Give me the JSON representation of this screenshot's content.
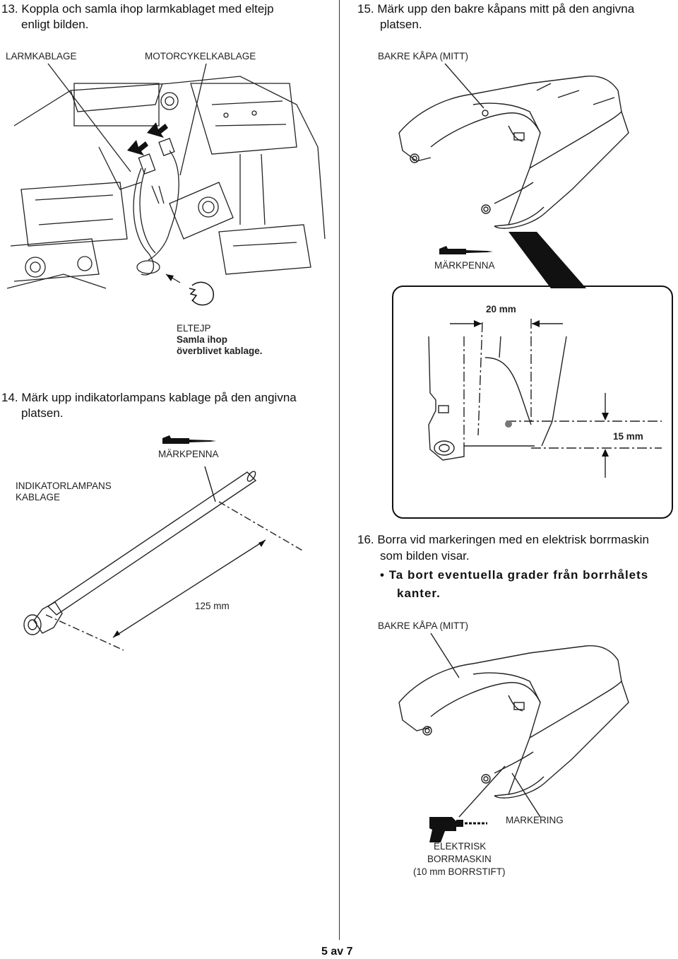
{
  "left": {
    "step13": {
      "number": "13.",
      "line1": "Koppla och samla ihop larmkablaget med eltejp",
      "line2": "enligt bilden."
    },
    "fig1": {
      "label_alarm": "LARMKABLAGE",
      "label_moto": "MOTORCYKELKABLAGE",
      "label_tape": "ELTEJP",
      "label_tape_note1": "Samla ihop",
      "label_tape_note2": "överblivet kablage."
    },
    "step14": {
      "number": "14.",
      "line1": "Märk upp indikatorlampans kablage på den angivna",
      "line2": "platsen."
    },
    "fig2": {
      "label_pen": "MÄRKPENNA",
      "label_harness1": "INDIKATORLAMPANS",
      "label_harness2": "KABLAGE",
      "label_dim": "125 mm"
    }
  },
  "right": {
    "step15": {
      "number": "15.",
      "line1": "Märk upp den bakre kåpans mitt på den angivna",
      "line2": "platsen."
    },
    "fig3": {
      "label_cover": "BAKRE KÅPA (MITT)",
      "label_pen": "MÄRKPENNA",
      "dim_top": "20 mm",
      "dim_side": "15 mm"
    },
    "step16": {
      "number": "16.",
      "line1": "Borra vid markeringen med en elektrisk borrmaskin",
      "line2": "som bilden visar.",
      "bullet": "•",
      "bullet_line1": "Ta bort eventuella grader från borrhålets",
      "bullet_line2": "kanter."
    },
    "fig4": {
      "label_cover": "BAKRE KÅPA (MITT)",
      "label_mark": "MARKERING",
      "label_drill1": "ELEKTRISK",
      "label_drill2": "BORRMASKIN",
      "label_drill3": "(10 mm BORRSTIFT)"
    }
  },
  "footer": {
    "page": "5 av 7"
  }
}
